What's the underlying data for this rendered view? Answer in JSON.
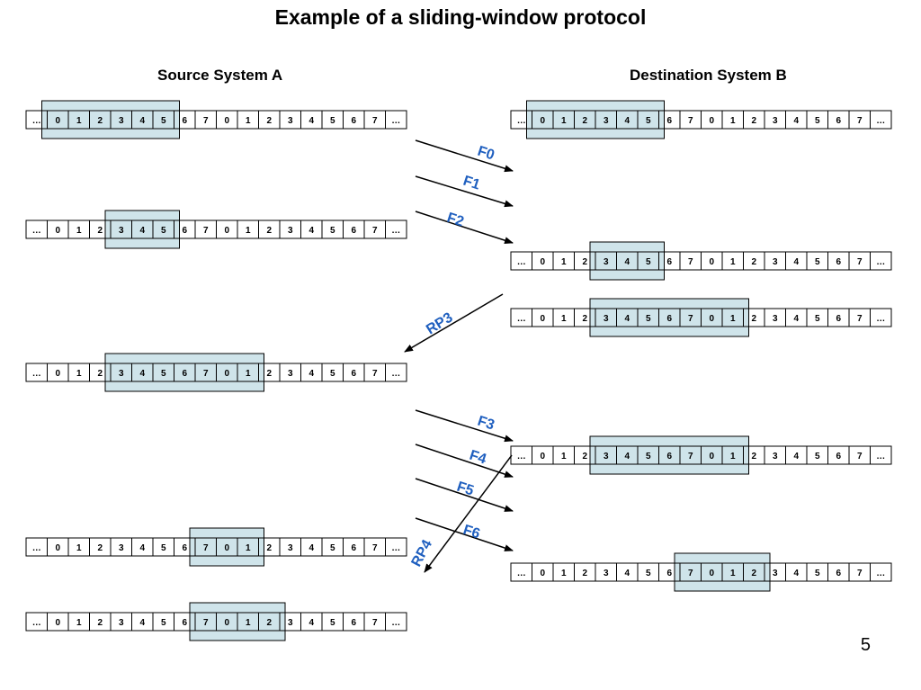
{
  "title": "Example of a sliding-window protocol",
  "source_heading": "Source System A",
  "dest_heading": "Destination System B",
  "slide_number": "5",
  "sequence": [
    "…",
    "0",
    "1",
    "2",
    "3",
    "4",
    "5",
    "6",
    "7",
    "0",
    "1",
    "2",
    "3",
    "4",
    "5",
    "6",
    "7",
    "…"
  ],
  "colors": {
    "window_fill": "#cfe4ea",
    "label_blue": "#1f5fbf"
  },
  "source_rows": [
    {
      "window": [
        1,
        7
      ]
    },
    {
      "window": [
        4,
        7
      ]
    },
    {
      "window": [
        4,
        11
      ]
    },
    {
      "window": [
        8,
        11
      ]
    },
    {
      "window": [
        8,
        12
      ]
    }
  ],
  "dest_rows": [
    {
      "window": [
        1,
        7
      ]
    },
    {
      "window": [
        4,
        7
      ]
    },
    {
      "window": [
        4,
        11
      ]
    },
    {
      "window": [
        4,
        11
      ]
    },
    {
      "window": [
        8,
        12
      ]
    }
  ],
  "arrows": [
    {
      "label": "F0",
      "direction": "A-to-B"
    },
    {
      "label": "F1",
      "direction": "A-to-B"
    },
    {
      "label": "F2",
      "direction": "A-to-B"
    },
    {
      "label": "RP3",
      "direction": "B-to-A"
    },
    {
      "label": "F3",
      "direction": "A-to-B"
    },
    {
      "label": "F4",
      "direction": "A-to-B"
    },
    {
      "label": "F5",
      "direction": "A-to-B"
    },
    {
      "label": "F6",
      "direction": "A-to-B"
    },
    {
      "label": "RP4",
      "direction": "B-to-A"
    }
  ]
}
